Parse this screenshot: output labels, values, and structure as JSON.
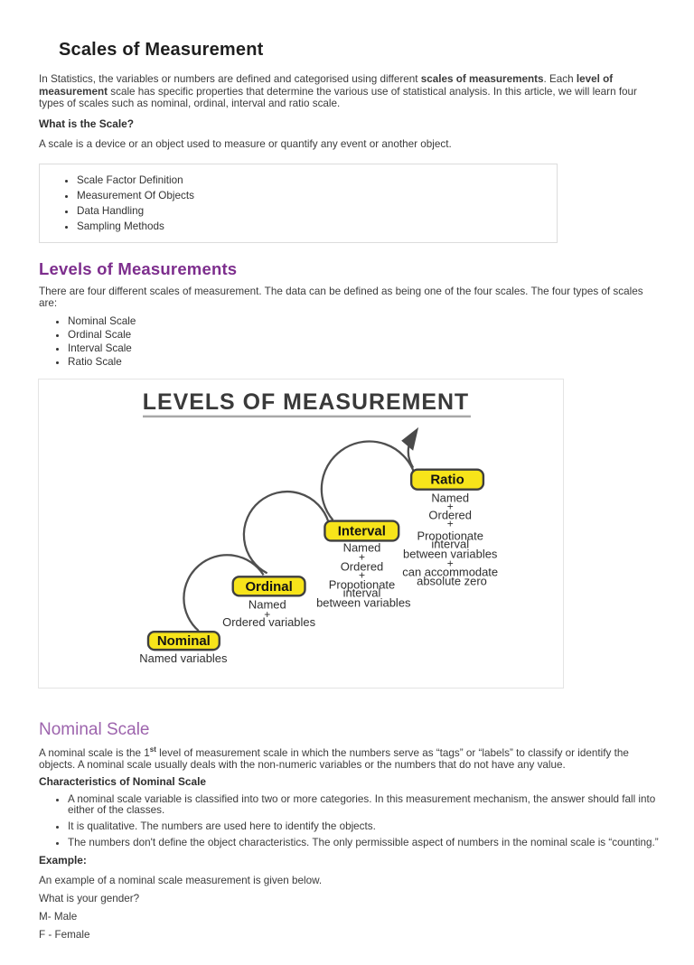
{
  "doc": {
    "title": "Scales of Measurement",
    "intro": {
      "p1": "In Statistics, the variables or numbers are defined and categorised using different ",
      "b1": "scales of measurements",
      "p2": ". Each ",
      "b2": "level of measurement",
      "p3": " scale has specific properties that determine the various use of statistical analysis. In this article, we will learn four types of scales such as nominal, ordinal, interval and ratio scale."
    }
  },
  "what_is_scale": {
    "heading": "What is the Scale?",
    "body": "A scale is a device or an object used to measure or quantify any event or another object."
  },
  "topic_box": {
    "items": [
      "Scale Factor Definition",
      "Measurement Of Objects",
      "Data Handling",
      "Sampling Methods"
    ]
  },
  "levels": {
    "heading": "Levels of Measurements",
    "intro": "There are four different scales of measurement. The data can be defined as being one of the four scales. The four types of scales are:",
    "items": [
      "Nominal Scale",
      "Ordinal Scale",
      "Interval Scale",
      "Ratio Scale"
    ]
  },
  "diagram": {
    "title": "LEVELS OF MEASUREMENT",
    "nominal": {
      "label": "Nominal",
      "lines": [
        "Named variables"
      ]
    },
    "ordinal": {
      "label": "Ordinal",
      "lines": [
        "Named",
        "+",
        "Ordered variables"
      ]
    },
    "interval": {
      "label": "Interval",
      "lines": [
        "Named",
        "+",
        "Ordered",
        "+",
        "Propotionate",
        "interval",
        "between variables"
      ]
    },
    "ratio": {
      "label": "Ratio",
      "lines": [
        "Named",
        "+",
        "Ordered",
        "+",
        "Propotionate",
        "interval",
        "between variables",
        "+",
        "can accommodate",
        "absolute zero"
      ]
    }
  },
  "nominal": {
    "heading": "Nominal Scale",
    "para_p1": "A nominal scale is the 1",
    "para_sup": "st",
    "para_p2": " level of measurement scale in which the numbers serve as “tags” or “labels” to classify or identify the objects. A nominal scale usually deals with the non-numeric variables or the numbers that do not have any value.",
    "characteristics_heading": "Characteristics of Nominal Scale",
    "bullets": [
      "A nominal scale variable is classified into two or more categories. In this measurement mechanism, the answer should fall into either of the classes.",
      "It is qualitative. The numbers are used here to identify the objects.",
      "The numbers don't define the object characteristics. The only permissible aspect of numbers in the nominal scale is “counting.”"
    ],
    "example_heading": "Example:",
    "example_lines": [
      "An example of a nominal scale measurement is given below.",
      "What is your gender?",
      "M- Male",
      "F - Female"
    ]
  },
  "colors": {
    "heading_purple": "#7d2e8d",
    "subheading_purple": "#9d64ad",
    "diagram_box_yellow": "#f7e41a",
    "diagram_stroke": "#4f4f4f"
  }
}
